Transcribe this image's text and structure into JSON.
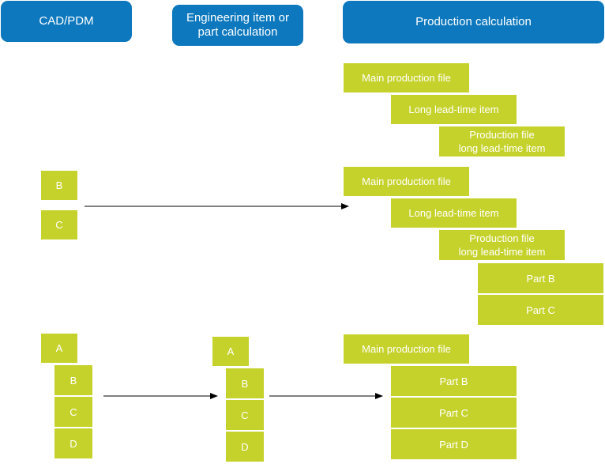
{
  "colors": {
    "header": "#0d78bd",
    "box": "#c6d22c",
    "text_light": "#ffffff",
    "arrow": "#000000"
  },
  "headers": {
    "cad_pdm": "CAD/PDM",
    "engineering": "Engineering item or\npart calculation",
    "production": "Production calculation"
  },
  "group1": {
    "main_file": "Main production file",
    "long_lead": "Long lead-time item",
    "prod_file_long": "Production file\nlong lead-time item"
  },
  "group2": {
    "cad_b": "B",
    "cad_c": "C",
    "main_file": "Main production file",
    "long_lead": "Long lead-time item",
    "prod_file_long": "Production file\nlong lead-time item",
    "part_b": "Part B",
    "part_c": "Part C"
  },
  "group3": {
    "cad_a": "A",
    "cad_b": "B",
    "cad_c": "C",
    "cad_d": "D",
    "eng_a": "A",
    "eng_b": "B",
    "eng_c": "C",
    "eng_d": "D",
    "main_file": "Main production file",
    "part_b": "Part B",
    "part_c": "Part C",
    "part_d": "Part D"
  }
}
